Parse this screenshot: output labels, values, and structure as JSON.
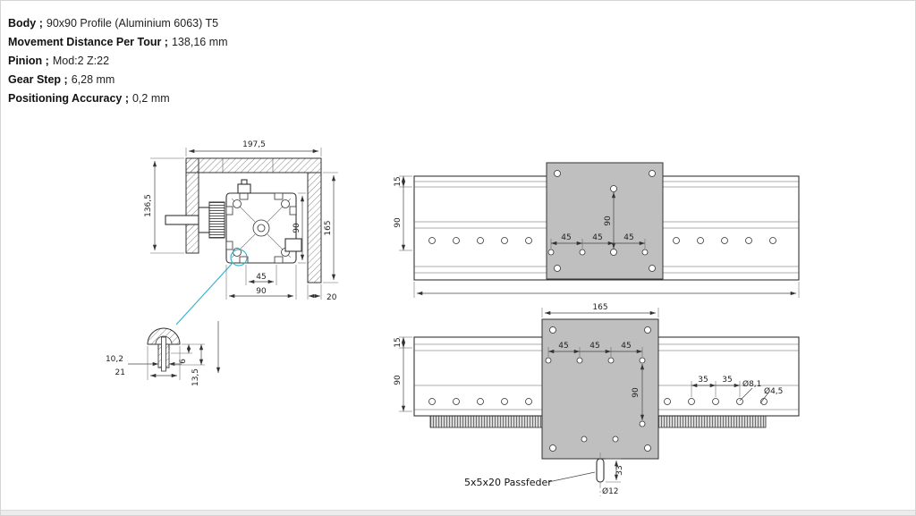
{
  "specs": [
    {
      "label": "Body ;",
      "value": "90x90 Profile (Aluminium 6063) T5"
    },
    {
      "label": "Movement Distance Per Tour ;",
      "value": "138,16 mm"
    },
    {
      "label": "Pinion ;",
      "value": "Mod:2 Z:22"
    },
    {
      "label": "Gear Step ;",
      "value": "6,28 mm"
    },
    {
      "label": "Positioning Accuracy ;",
      "value": "0,2 mm"
    }
  ],
  "front_view": {
    "width": "197,5",
    "height_left": "136,5",
    "height_right": "165",
    "profile_height": "90",
    "slot_spacing": "45",
    "profile_width": "90",
    "plate_thickness": "20"
  },
  "detail_view": {
    "dim_a": "10,2",
    "dim_b": "21",
    "dim_c": "6",
    "dim_d": "13,5"
  },
  "top_view": {
    "edge_offset": "15",
    "rail_width": "90",
    "hole_span": "90",
    "hole_pitch_1": "45",
    "hole_pitch_2": "45",
    "hole_pitch_3": "45"
  },
  "side_view": {
    "plate_length": "165",
    "hole_pitch_1": "45",
    "hole_pitch_2": "45",
    "hole_pitch_3": "45",
    "edge_offset": "15",
    "rail_height": "90",
    "hole_span": "90",
    "rail_pitch_1": "35",
    "rail_pitch_2": "35",
    "dia_large": "Ø8,1",
    "dia_small": "Ø4,5",
    "key_offset": "33",
    "shaft_dia": "Ø12",
    "key_label": "5x5x20 Passfeder"
  }
}
